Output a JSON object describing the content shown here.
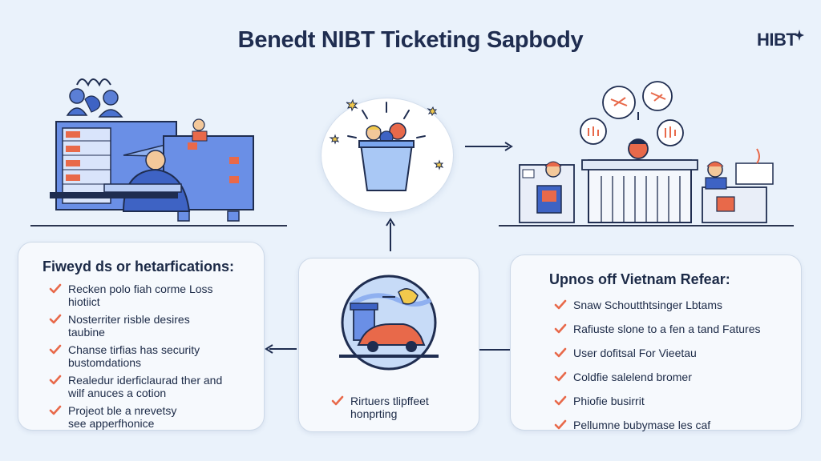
{
  "title": "Benedt NIBT Ticketing Sapbody",
  "logo": "HIBT",
  "left_card": {
    "heading": "Fiweyd ds or hetarfications:",
    "items": [
      {
        "line1": "Recken polo fiah corme Loss",
        "line2": "hiotiict"
      },
      {
        "line1": "Nosterriter risble desires",
        "line2": "taubine"
      },
      {
        "line1": "Chanse tirfias has security",
        "line2": "bustomdations"
      },
      {
        "line1": "Realedur iderficlaurad ther and",
        "line2": "wilf anuces a cotion"
      },
      {
        "line1": "Projeot ble a nrevetsy",
        "line2": "see apperfhonice"
      }
    ]
  },
  "center_card": {
    "items": [
      {
        "line1": "Rirtuers tlipffeet",
        "line2": "honprting"
      }
    ]
  },
  "right_card": {
    "heading": "Upnos off Vietnam Refear:",
    "items": [
      {
        "line1": "Snaw Schoutthtsinger Lbtams"
      },
      {
        "line1": "Rafiuste slone to a fen a tand Fatures"
      },
      {
        "line1": "User dofitsal For Vieetau"
      },
      {
        "line1": "Coldfie salelend bromer"
      },
      {
        "line1": "Phiofie busirrit"
      },
      {
        "line1": "Pellumne bubymase les caf"
      }
    ]
  },
  "colors": {
    "accent": "#e8694a",
    "primary_blue": "#4a7fe0",
    "dark_navy": "#1f2d50",
    "background": "#eaf2fb"
  },
  "icons": [
    "server-machine-icon",
    "ticket-bucket-icon",
    "ticket-counter-icon",
    "globe-vehicle-icon",
    "checkmark-icon",
    "arrow-right-icon",
    "arrow-up-icon",
    "arrow-left-icon"
  ]
}
